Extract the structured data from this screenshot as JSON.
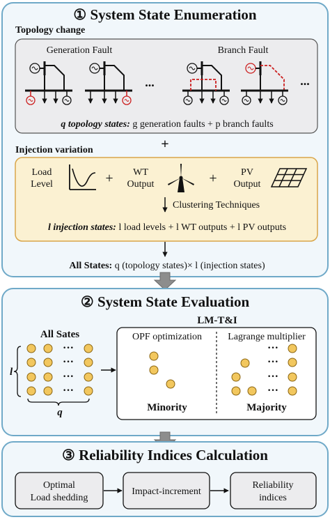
{
  "section1": {
    "title": "① System State Enumeration",
    "topology_label": "Topology change",
    "gen_fault_label": "Generation Fault",
    "branch_fault_label": "Branch Fault",
    "ellipsis": "...",
    "topology_states_bold": "q topology states:",
    "topology_states_rest": "g generation faults + p branch faults",
    "plus": "+",
    "injection_label": "Injection variation",
    "load_level_l1": "Load",
    "load_level_l2": "Level",
    "wt_l1": "WT",
    "wt_l2": "Output",
    "pv_l1": "PV",
    "pv_l2": "Output",
    "clustering": "Clustering Techniques",
    "injection_states_bold": "l injection states:",
    "injection_states_rest": "l load levels + l WT outputs + l PV outputs",
    "all_states_bold": "All States:",
    "all_states_rest": "q (topology states)× l (injection states)"
  },
  "section2": {
    "title": "② System State Evaluation",
    "lmti": "LM-T&I",
    "all_sates": "All Sates",
    "l_symbol": "l",
    "q_symbol": "q",
    "opf": "OPF optimization",
    "lagrange": "Lagrange multiplier",
    "minority": "Minority",
    "majority": "Majority",
    "dots": "···"
  },
  "section3": {
    "title": "③ Reliability Indices Calculation",
    "box1_l1": "Optimal",
    "box1_l2": "Load shedding",
    "box2": "Impact-increment",
    "box3_l1": "Reliability",
    "box3_l2": "indices"
  },
  "colors": {
    "panel_border": "#6fa9c8",
    "panel_fill": "#f1f7fb",
    "inner_gray": "#ececee",
    "injection_fill": "#fbf1d2",
    "injection_border": "#d9a64a",
    "dot_fill": "#f2c75e",
    "dot_stroke": "#8a6410",
    "fault_red": "#cc1f1f",
    "arrow_gray": "#8d8d8d"
  }
}
